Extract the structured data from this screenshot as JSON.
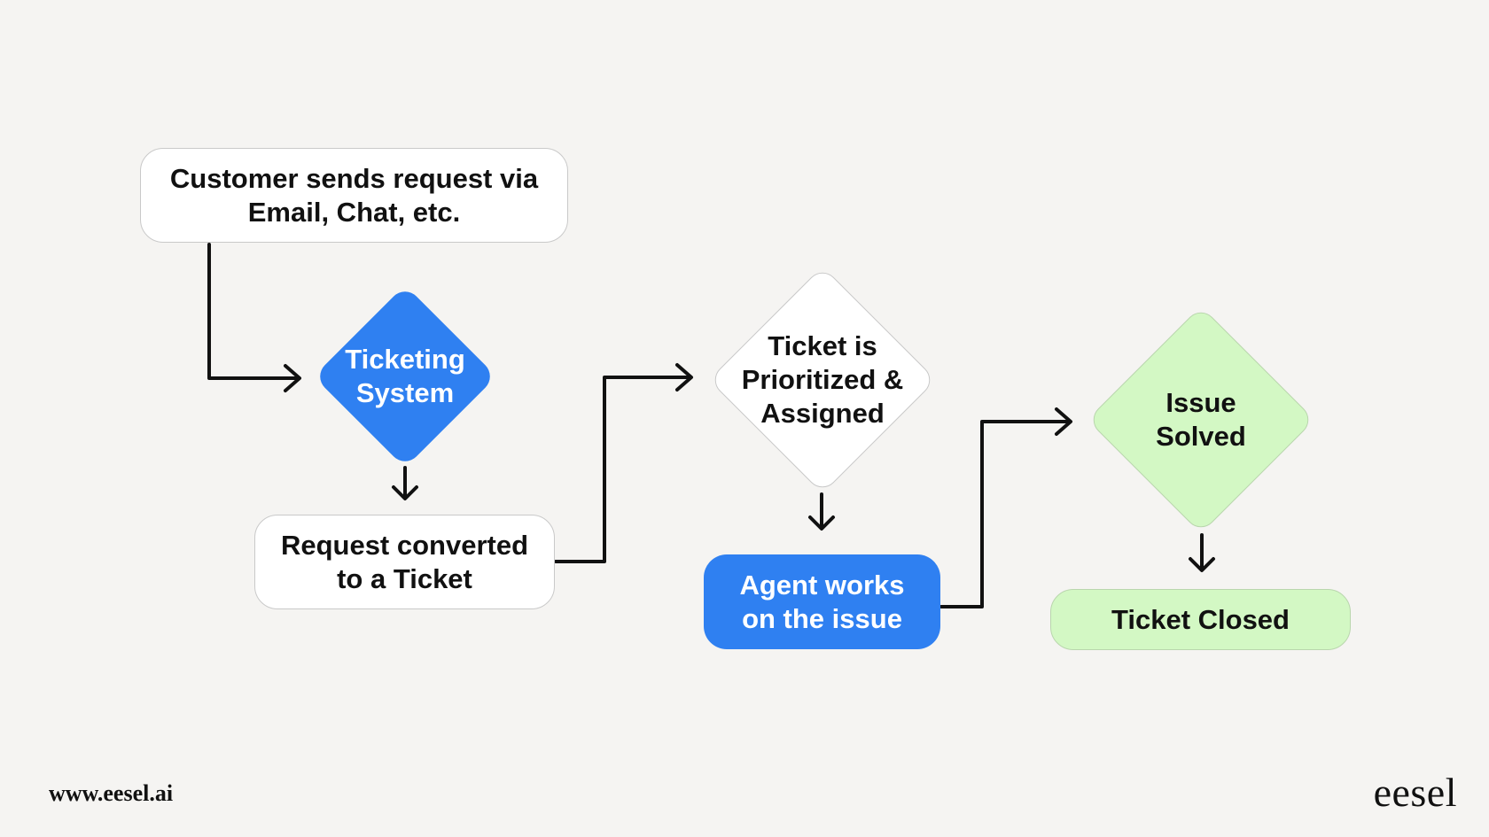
{
  "diagram": {
    "nodes": {
      "customer_request": {
        "label": "Customer sends request via\nEmail, Chat, etc."
      },
      "ticketing_system": {
        "label": "Ticketing\nSystem"
      },
      "request_converted": {
        "label": "Request converted\nto a Ticket"
      },
      "prioritized": {
        "label": "Ticket is\nPrioritized &\nAssigned"
      },
      "agent_works": {
        "label": "Agent works\non the issue"
      },
      "issue_solved": {
        "label": "Issue\nSolved"
      },
      "ticket_closed": {
        "label": "Ticket Closed"
      }
    },
    "edges": [
      {
        "from": "customer_request",
        "to": "ticketing_system"
      },
      {
        "from": "ticketing_system",
        "to": "request_converted"
      },
      {
        "from": "request_converted",
        "to": "prioritized"
      },
      {
        "from": "prioritized",
        "to": "agent_works"
      },
      {
        "from": "agent_works",
        "to": "issue_solved"
      },
      {
        "from": "issue_solved",
        "to": "ticket_closed"
      }
    ]
  },
  "colors": {
    "blue": "#2f80f1",
    "green": "#d3f8c4",
    "white": "#ffffff",
    "background": "#f5f4f2"
  },
  "footer": {
    "url": "www.eesel.ai",
    "logo": "eesel"
  }
}
